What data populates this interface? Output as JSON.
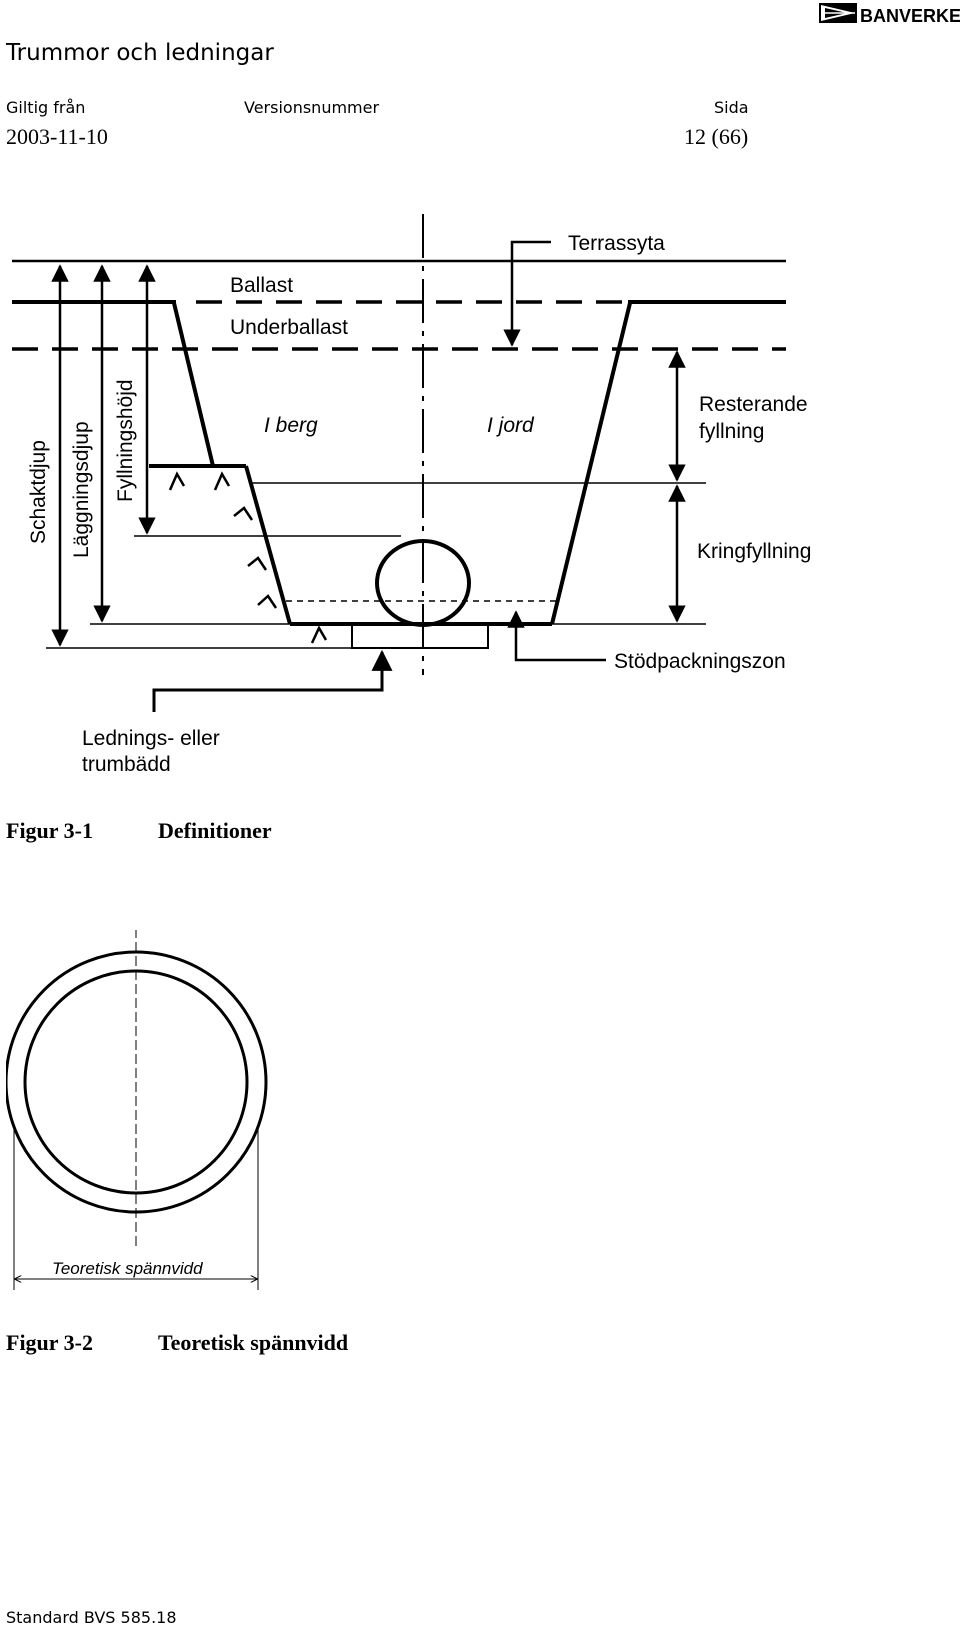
{
  "header": {
    "title": "Trummor och ledningar",
    "logo_text": "BANVERKET",
    "valid_from_label": "Giltig från",
    "valid_from_value": "2003-11-10",
    "version_label": "Versionsnummer",
    "page_label": "Sida",
    "page_value": "12 (66)"
  },
  "figure1": {
    "labels": {
      "terrassyta": "Terrassyta",
      "ballast": "Ballast",
      "underballast": "Underballast",
      "i_berg": "I berg",
      "i_jord": "I jord",
      "resterande_line1": "Resterande",
      "resterande_line2": "fyllning",
      "kringfyllning": "Kringfyllning",
      "stodpackningszon": "Stödpackningszon",
      "ledning_line1": "Lednings- eller",
      "ledning_line2": "trumbädd",
      "schaktdjup": "Schaktdjup",
      "laggningsdjup": "Läggningsdjup",
      "fyllningshojd": "Fyllningshöjd"
    },
    "caption_number": "Figur 3-1",
    "caption_text": "Definitioner"
  },
  "figure2": {
    "span_label": "Teoretisk spännvidd",
    "caption_number": "Figur 3-2",
    "caption_text": "Teoretisk spännvidd"
  },
  "footer": {
    "text": "Standard BVS 585.18"
  }
}
